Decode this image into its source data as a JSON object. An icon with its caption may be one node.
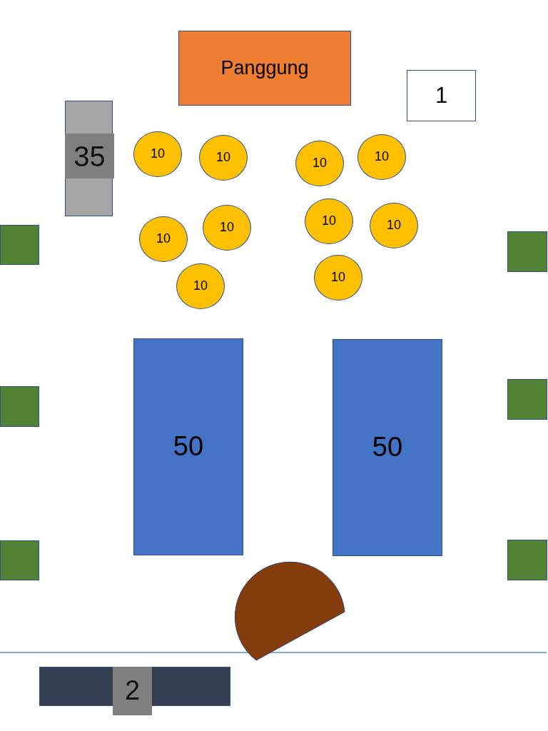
{
  "diagram": {
    "nodes": [
      {
        "text": [
          "Panggung"
        ]
      },
      {
        "text": [
          "1"
        ]
      },
      {
        "text": [
          "35"
        ]
      },
      {
        "text": [
          "10"
        ]
      },
      {
        "text": [
          "10"
        ]
      },
      {
        "text": [
          "10"
        ]
      },
      {
        "text": [
          "10"
        ]
      },
      {
        "text": [],
        "shape": "box"
      },
      {
        "text": [
          "10"
        ]
      },
      {
        "text": [
          "10"
        ]
      },
      {
        "text": [
          "10"
        ]
      },
      {
        "text": [
          "10"
        ]
      },
      {
        "text": [],
        "shape": "box"
      },
      {
        "text": [
          "10"
        ]
      },
      {
        "text": [
          "10"
        ]
      },
      {
        "text": [
          "50"
        ]
      },
      {
        "text": [
          "50"
        ]
      },
      {
        "text": [],
        "shape": "box"
      },
      {
        "text": [],
        "shape": "box"
      },
      {
        "text": [],
        "shape": "box"
      },
      {
        "text": [],
        "shape": "box"
      },
      {
        "text": [],
        "shape": "semicircle"
      },
      {
        "text": [
          "2"
        ]
      }
    ]
  }
}
